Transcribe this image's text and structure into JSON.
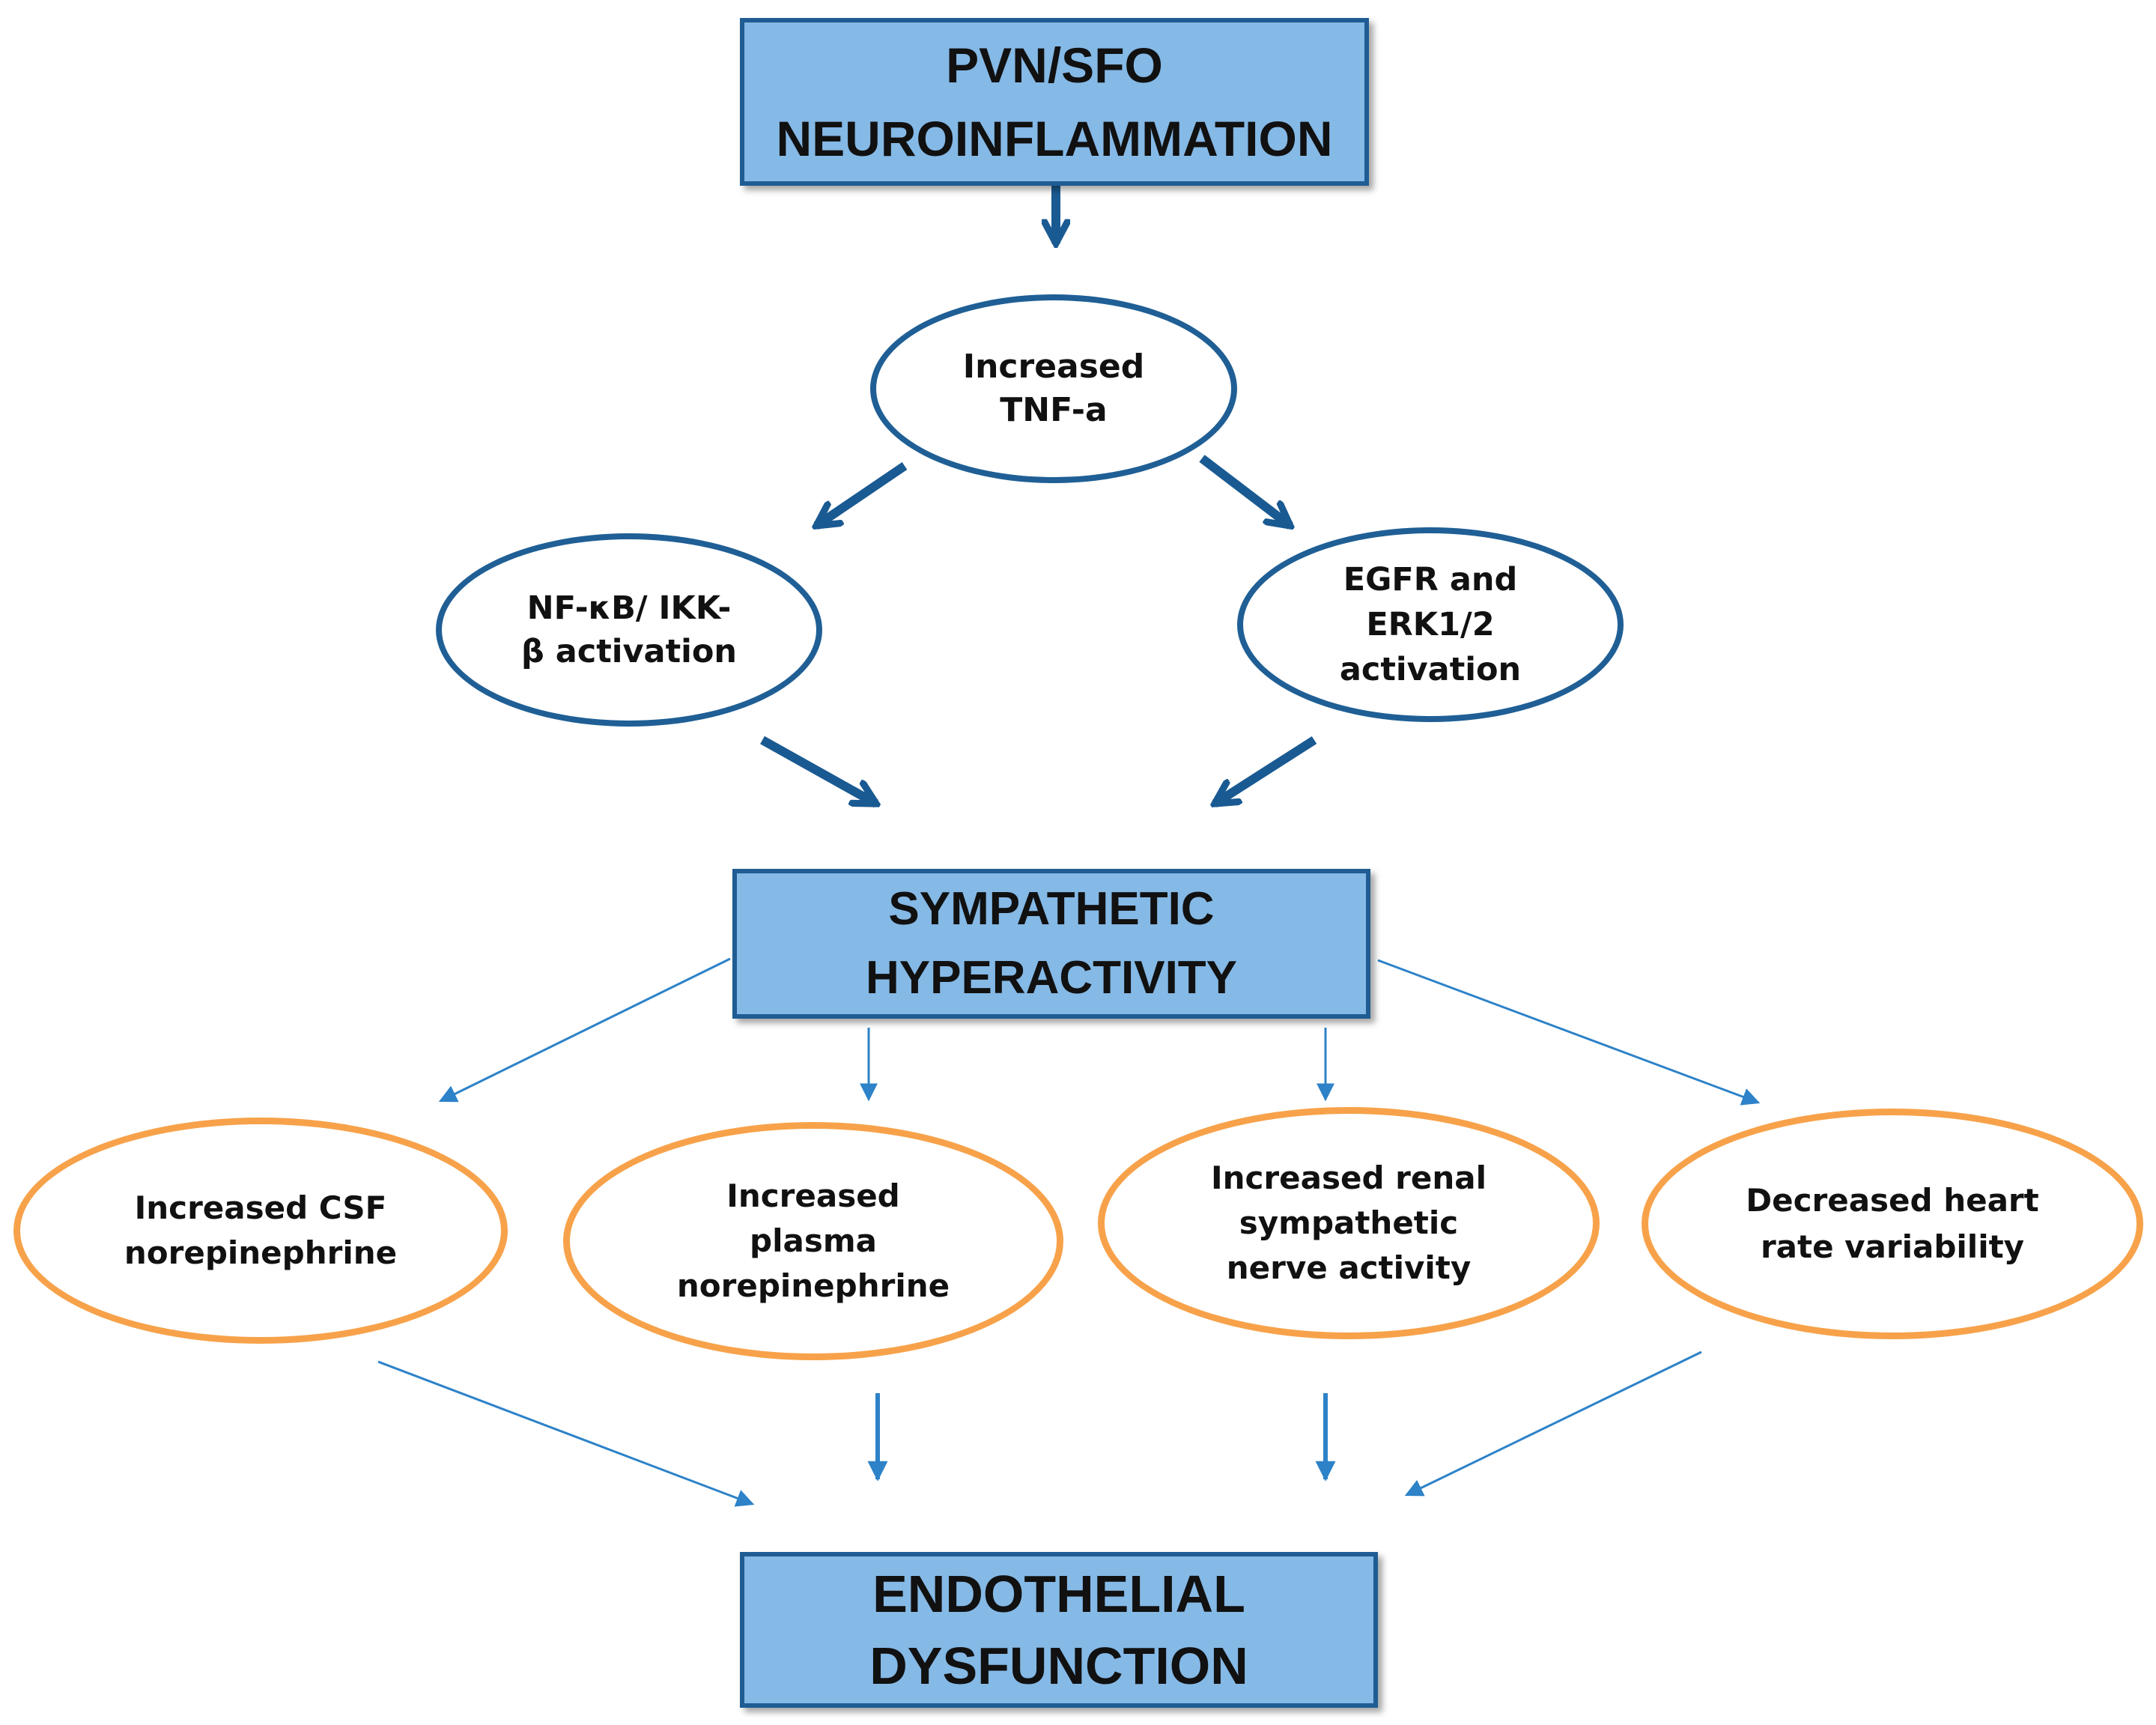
{
  "colors": {
    "box_fill": "#85b9e6",
    "box_border": "#1f5c93",
    "oval_blue_border": "#1f5f95",
    "oval_orange_border": "#f7a24a",
    "arrow_dark": "#1a5a92",
    "arrow_light": "#2d82c8"
  },
  "top_box": {
    "lines": [
      "PVN/SFO",
      "NEUROINFLAMMATION"
    ]
  },
  "tnf_oval": {
    "lines": [
      "Increased",
      "TNF-a"
    ]
  },
  "nfkb_oval": {
    "lines": [
      "NF-κB/ IKK-",
      "β activation"
    ]
  },
  "egfr_oval": {
    "lines": [
      "EGFR and",
      "ERK1/2",
      "activation"
    ]
  },
  "sympathetic_box": {
    "lines": [
      "SYMPATHETIC",
      "HYPERACTIVITY"
    ]
  },
  "outcomes": [
    {
      "lines": [
        "Increased CSF",
        "norepinephrine"
      ]
    },
    {
      "lines": [
        "Increased",
        "plasma",
        "norepinephrine"
      ]
    },
    {
      "lines": [
        "Increased renal",
        "sympathetic",
        "nerve activity"
      ]
    },
    {
      "lines": [
        "Decreased heart",
        "rate variability"
      ]
    }
  ],
  "bottom_box": {
    "lines": [
      "ENDOTHELIAL",
      "DYSFUNCTION"
    ]
  }
}
